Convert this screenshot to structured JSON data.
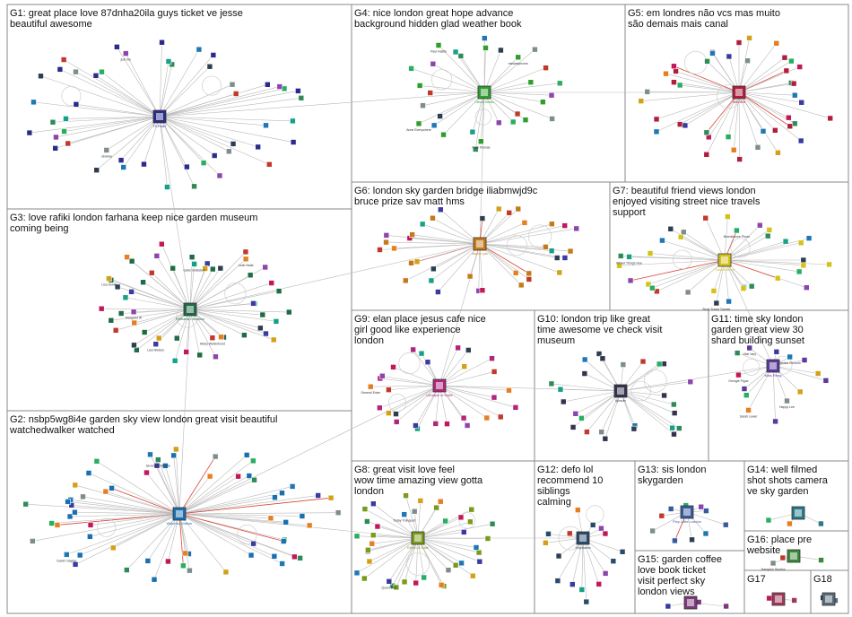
{
  "colors": {
    "G1": "#2b2b8a",
    "G2": "#1a6fb0",
    "G3": "#1f6b45",
    "G4": "#2f9e2f",
    "G5": "#b01e3c",
    "G6": "#c47a1a",
    "G7": "#d4c11a",
    "G8": "#7a9a1a",
    "G9": "#b0267a",
    "G10": "#33334f",
    "G11": "#5a3a9a",
    "G12": "#2a4a6a",
    "G13": "#3a5aa0",
    "G14": "#2a7a8a",
    "G15": "#7a3a7a",
    "G16": "#3a8a3a",
    "G17": "#a03a5a",
    "G18": "#5a6a7a"
  },
  "groups": [
    {
      "id": "G1",
      "label": "G1: great place love 87dnha20ila guys ticket ve jesse beautiful awesome",
      "hub_label": "TCFuw7",
      "extra_labels": [
        "obrama",
        "just me"
      ]
    },
    {
      "id": "G2",
      "label": "G2: nsbp5wg8i4e garden sky view london great visit beautiful watchedwalker watched",
      "hub_label": "Watched Walker",
      "extra_labels": [
        "David Clayton",
        "SevenEightHome"
      ]
    },
    {
      "id": "G3",
      "label": "G3: love rafiki london farhana keep nice garden museum coming being",
      "hub_label": "Farhana Chowdur",
      "extra_labels": [
        "Hilary Wetterhond",
        "Lisa Nielson",
        "Margaret W",
        "Lisa Jewitt",
        "Gabe Goldstein",
        "Leah Naila"
      ]
    },
    {
      "id": "G4",
      "label": "G4: nice london great hope advance background hidden glad weather book",
      "hub_label": "Olivia Stella",
      "extra_labels": [
        "mark thomas",
        "Anne Everywhere",
        "Paul Hastie",
        "msswaymoms"
      ]
    },
    {
      "id": "G5",
      "label": "G5: em londres não vcs mas muito são demais mais canal",
      "hub_label": "NAVIEB",
      "extra_labels": []
    },
    {
      "id": "G6",
      "label": "G6: london sky garden bridge iliabmwjd9c bruce prize sav matt hms",
      "hub_label": "skylon pix",
      "extra_labels": []
    },
    {
      "id": "G7",
      "label": "G7: beautiful friend views london enjoyed visiting street nice travels support",
      "hub_label": "Sasha Blum",
      "extra_labels": [
        "Book Travel Travels",
        "Wheel Things Hoe",
        "Brandhouse Photo"
      ]
    },
    {
      "id": "G8",
      "label": "G8: great visit love feel wow time amazing view gotta london",
      "hub_label": "Ethan & Kate",
      "extra_labels": [
        "Quest Drift",
        "Today Transport"
      ]
    },
    {
      "id": "G9",
      "label": "G9: elan place jesus cafe nice girl good like experience london",
      "hub_label": "Lifestyle of Katie",
      "extra_labels": [
        "Generol Ester"
      ]
    },
    {
      "id": "G10",
      "label": "G10: london trip like great time awesome ve check visit museum",
      "hub_label": "kjhsdh",
      "extra_labels": []
    },
    {
      "id": "G11",
      "label": "G11: time sky london garden great view 30 shard building sunset",
      "hub_label": "Miss Reng",
      "extra_labels": [
        "Happy Lee",
        "Sarah Lewer",
        "Georgie Pigue",
        "Vital Vary",
        "Jenifer Ozurum"
      ]
    },
    {
      "id": "G12",
      "label": "G12: defo lol recommend 10 siblings calming",
      "hub_label": "Raphaela",
      "extra_labels": []
    },
    {
      "id": "G13",
      "label": "G13: sis london skygarden",
      "hub_label": "Ploy Little London",
      "extra_labels": []
    },
    {
      "id": "G14",
      "label": "G14: well filmed shot shots camera ve sky garden",
      "hub_label": "",
      "extra_labels": []
    },
    {
      "id": "G15",
      "label": "G15: garden coffee love book ticket visit perfect sky london views",
      "hub_label": "",
      "extra_labels": []
    },
    {
      "id": "G16",
      "label": "G16: place pre website",
      "hub_label": "",
      "extra_labels": [
        "Hampton Studios"
      ]
    },
    {
      "id": "G17",
      "label": "G17",
      "hub_label": "",
      "extra_labels": []
    },
    {
      "id": "G18",
      "label": "G18",
      "hub_label": "",
      "extra_labels": []
    }
  ]
}
